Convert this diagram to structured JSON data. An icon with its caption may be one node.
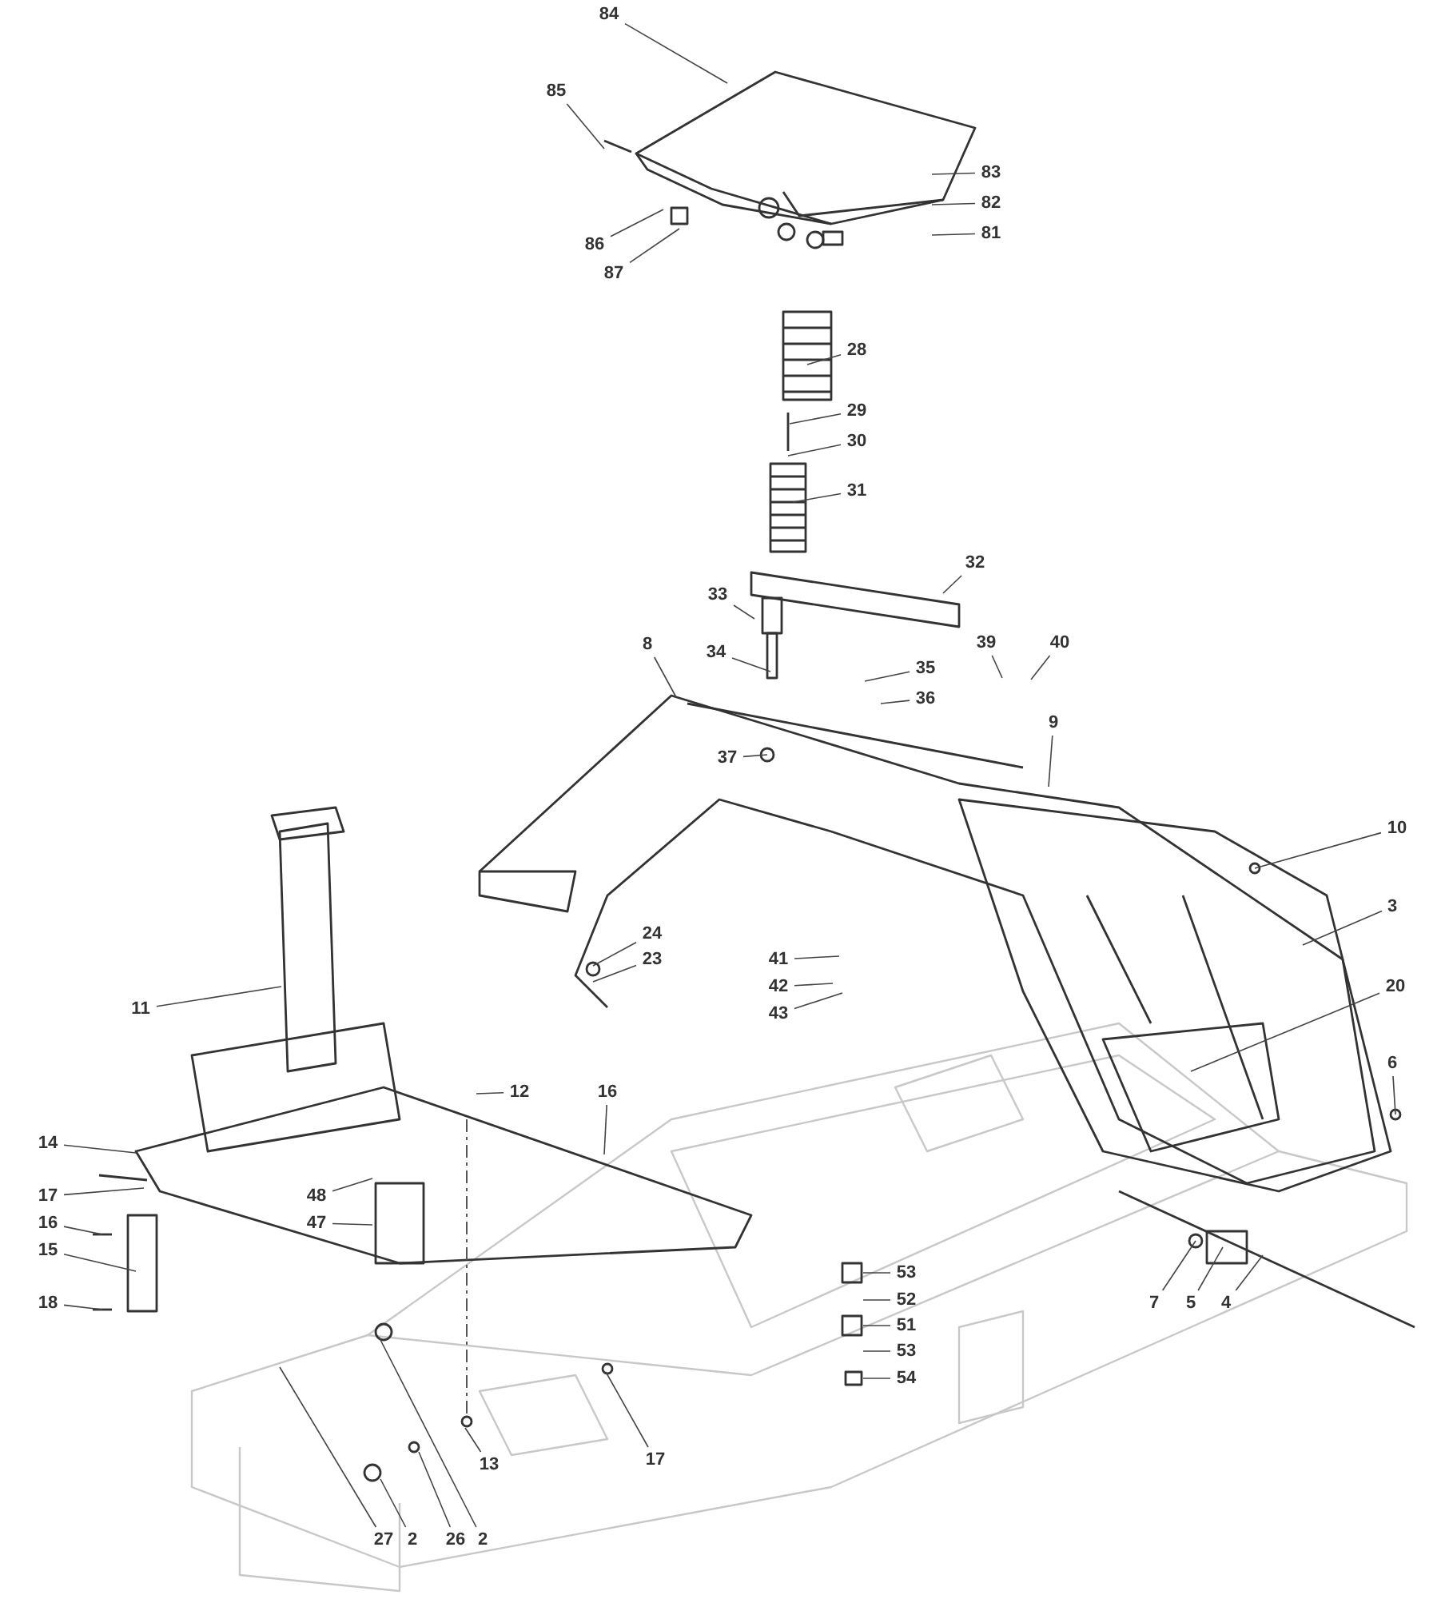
{
  "diagram": {
    "nodes": [
      {
        "text": [
          "84"
        ]
      },
      {
        "text": [
          "85"
        ]
      },
      {
        "text": [
          "83"
        ]
      },
      {
        "text": [
          "82"
        ]
      },
      {
        "text": [
          "81"
        ]
      },
      {
        "text": [
          "86"
        ]
      },
      {
        "text": [
          "87"
        ]
      },
      {
        "text": [
          "28"
        ]
      },
      {
        "text": [
          "29"
        ]
      },
      {
        "text": [
          "30"
        ]
      },
      {
        "text": [
          "31"
        ]
      },
      {
        "text": [
          "32"
        ]
      },
      {
        "text": [
          "33"
        ]
      },
      {
        "text": [
          "34"
        ]
      },
      {
        "text": [
          "8"
        ]
      },
      {
        "text": [
          "39"
        ]
      },
      {
        "text": [
          "40"
        ]
      },
      {
        "text": [
          "35"
        ]
      },
      {
        "text": [
          "36"
        ]
      },
      {
        "text": [
          "9"
        ]
      },
      {
        "text": [
          "37"
        ]
      },
      {
        "text": [
          "10"
        ]
      },
      {
        "text": [
          "3"
        ]
      },
      {
        "text": [
          "24"
        ]
      },
      {
        "text": [
          "23"
        ]
      },
      {
        "text": [
          "41"
        ]
      },
      {
        "text": [
          "42"
        ]
      },
      {
        "text": [
          "20"
        ]
      },
      {
        "text": [
          "11"
        ]
      },
      {
        "text": [
          "43"
        ]
      },
      {
        "text": [
          "6"
        ]
      },
      {
        "text": [
          "12"
        ]
      },
      {
        "text": [
          "16"
        ]
      },
      {
        "text": [
          "14"
        ]
      },
      {
        "text": [
          "17"
        ]
      },
      {
        "text": [
          "48"
        ]
      },
      {
        "text": [
          "16"
        ]
      },
      {
        "text": [
          "47"
        ]
      },
      {
        "text": [
          "15"
        ]
      },
      {
        "text": [
          "53"
        ]
      },
      {
        "text": [
          "52"
        ]
      },
      {
        "text": [
          "7"
        ]
      },
      {
        "text": [
          "5"
        ]
      },
      {
        "text": [
          "4"
        ]
      },
      {
        "text": [
          "18"
        ]
      },
      {
        "text": [
          "51"
        ]
      },
      {
        "text": [
          "53"
        ]
      },
      {
        "text": [
          "54"
        ]
      },
      {
        "text": [
          "13"
        ]
      },
      {
        "text": [
          "17"
        ]
      },
      {
        "text": [
          "27"
        ]
      },
      {
        "text": [
          "2"
        ]
      },
      {
        "text": [
          "26"
        ]
      },
      {
        "text": [
          "2"
        ]
      }
    ],
    "edges": [
      {
        "from": 0,
        "to": null,
        "arrow": "none"
      },
      {
        "from": 1,
        "to": null,
        "arrow": "none"
      },
      {
        "from": 2,
        "to": null,
        "arrow": "none"
      },
      {
        "from": 3,
        "to": null,
        "arrow": "none"
      },
      {
        "from": 4,
        "to": null,
        "arrow": "none"
      },
      {
        "from": 5,
        "to": null,
        "arrow": "none"
      },
      {
        "from": 6,
        "to": null,
        "arrow": "none"
      },
      {
        "from": 7,
        "to": null,
        "arrow": "none"
      },
      {
        "from": 8,
        "to": null,
        "arrow": "none"
      },
      {
        "from": 9,
        "to": null,
        "arrow": "none"
      },
      {
        "from": 10,
        "to": null,
        "arrow": "none"
      },
      {
        "from": 11,
        "to": null,
        "arrow": "none"
      },
      {
        "from": 12,
        "to": null,
        "arrow": "none"
      },
      {
        "from": 13,
        "to": null,
        "arrow": "none"
      },
      {
        "from": 14,
        "to": null,
        "arrow": "none"
      },
      {
        "from": 15,
        "to": null,
        "arrow": "none"
      },
      {
        "from": 16,
        "to": null,
        "arrow": "none"
      },
      {
        "from": 17,
        "to": null,
        "arrow": "none"
      },
      {
        "from": 18,
        "to": null,
        "arrow": "none"
      },
      {
        "from": 19,
        "to": null,
        "arrow": "none"
      },
      {
        "from": 20,
        "to": null,
        "arrow": "none"
      },
      {
        "from": 21,
        "to": null,
        "arrow": "none"
      },
      {
        "from": 22,
        "to": null,
        "arrow": "none"
      },
      {
        "from": 23,
        "to": null,
        "arrow": "none"
      },
      {
        "from": 24,
        "to": null,
        "arrow": "none"
      },
      {
        "from": 25,
        "to": null,
        "arrow": "none"
      },
      {
        "from": 26,
        "to": null,
        "arrow": "none"
      },
      {
        "from": 27,
        "to": null,
        "arrow": "none"
      },
      {
        "from": 28,
        "to": null,
        "arrow": "none"
      },
      {
        "from": 29,
        "to": null,
        "arrow": "none"
      },
      {
        "from": 30,
        "to": null,
        "arrow": "none"
      },
      {
        "from": 31,
        "to": null,
        "arrow": "none"
      },
      {
        "from": 32,
        "to": null,
        "arrow": "none"
      },
      {
        "from": 33,
        "to": null,
        "arrow": "none"
      },
      {
        "from": 34,
        "to": null,
        "arrow": "none"
      },
      {
        "from": 35,
        "to": null,
        "arrow": "none"
      },
      {
        "from": 36,
        "to": null,
        "arrow": "none"
      },
      {
        "from": 37,
        "to": null,
        "arrow": "none"
      },
      {
        "from": 38,
        "to": null,
        "arrow": "none"
      },
      {
        "from": 39,
        "to": null,
        "arrow": "none"
      },
      {
        "from": 40,
        "to": null,
        "arrow": "none"
      },
      {
        "from": 41,
        "to": null,
        "arrow": "none"
      },
      {
        "from": 42,
        "to": null,
        "arrow": "none"
      },
      {
        "from": 43,
        "to": null,
        "arrow": "none"
      },
      {
        "from": 44,
        "to": null,
        "arrow": "none"
      },
      {
        "from": 45,
        "to": null,
        "arrow": "none"
      },
      {
        "from": 46,
        "to": null,
        "arrow": "none"
      },
      {
        "from": 47,
        "to": null,
        "arrow": "none"
      },
      {
        "from": 48,
        "to": null,
        "arrow": "none"
      },
      {
        "from": 49,
        "to": null,
        "arrow": "none"
      },
      {
        "from": 50,
        "to": null,
        "arrow": "none"
      },
      {
        "from": 51,
        "to": null,
        "arrow": "none"
      },
      {
        "from": 52,
        "to": null,
        "arrow": "none"
      },
      {
        "from": 53,
        "to": null,
        "arrow": "none"
      }
    ]
  }
}
